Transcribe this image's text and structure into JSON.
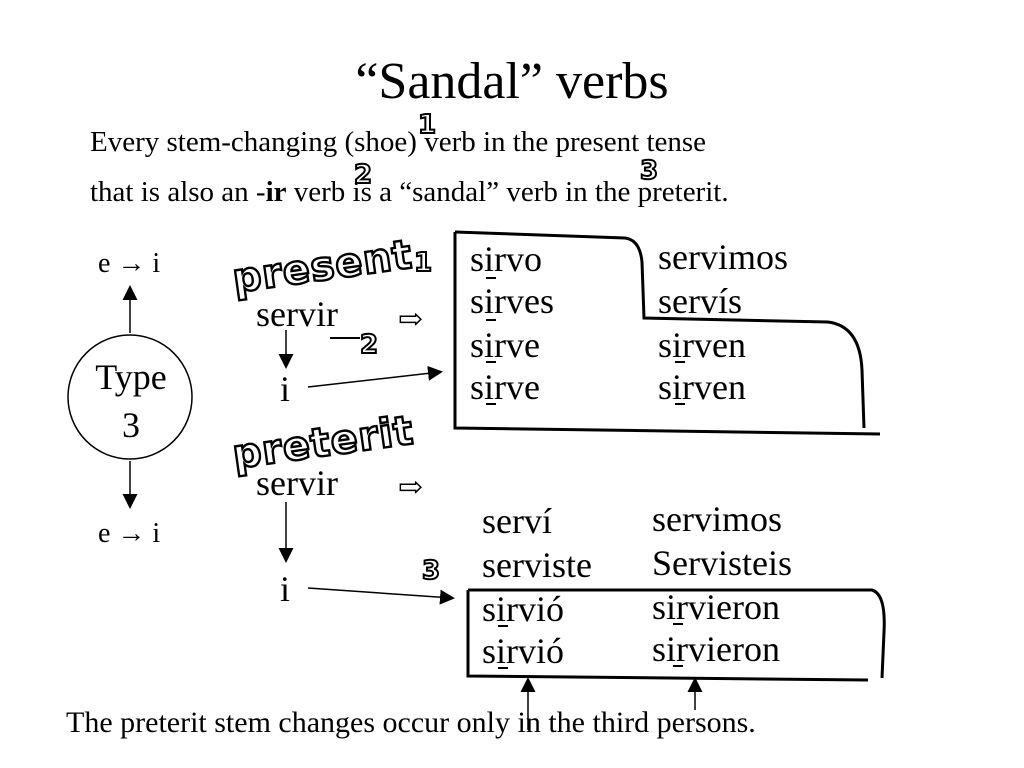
{
  "title": "“Sandal” verbs",
  "intro": {
    "line1": "Every stem-changing (shoe) verb in the present tense",
    "line2_a": "that is also an -",
    "line2_b": "ir",
    "line2_c": " verb is a “sandal” verb in the preterit."
  },
  "markers": {
    "one": "1",
    "two": "2",
    "three": "3"
  },
  "left": {
    "top_change": "e → i",
    "bottom_change": "e → i",
    "type_line1": "Type",
    "type_line2": "3"
  },
  "present": {
    "heading": "present",
    "infinitive_stem": "serv",
    "infinitive_ending": "ir",
    "stem_vowel": "i",
    "singular": [
      "sirvo",
      "sirves",
      "sirve",
      "sirve"
    ],
    "plural": [
      "servimos",
      "servís",
      "sirven",
      "sirven"
    ]
  },
  "preterit": {
    "heading": "preterit",
    "infinitive": "servir",
    "stem_vowel": "i",
    "singular": [
      "serví",
      "serviste",
      "sirvió",
      "sirvió"
    ],
    "plural": [
      "servimos",
      "Servisteis",
      "sirvieron",
      "sirvieron"
    ]
  },
  "footer": "The preterit stem changes occur only in the third persons."
}
